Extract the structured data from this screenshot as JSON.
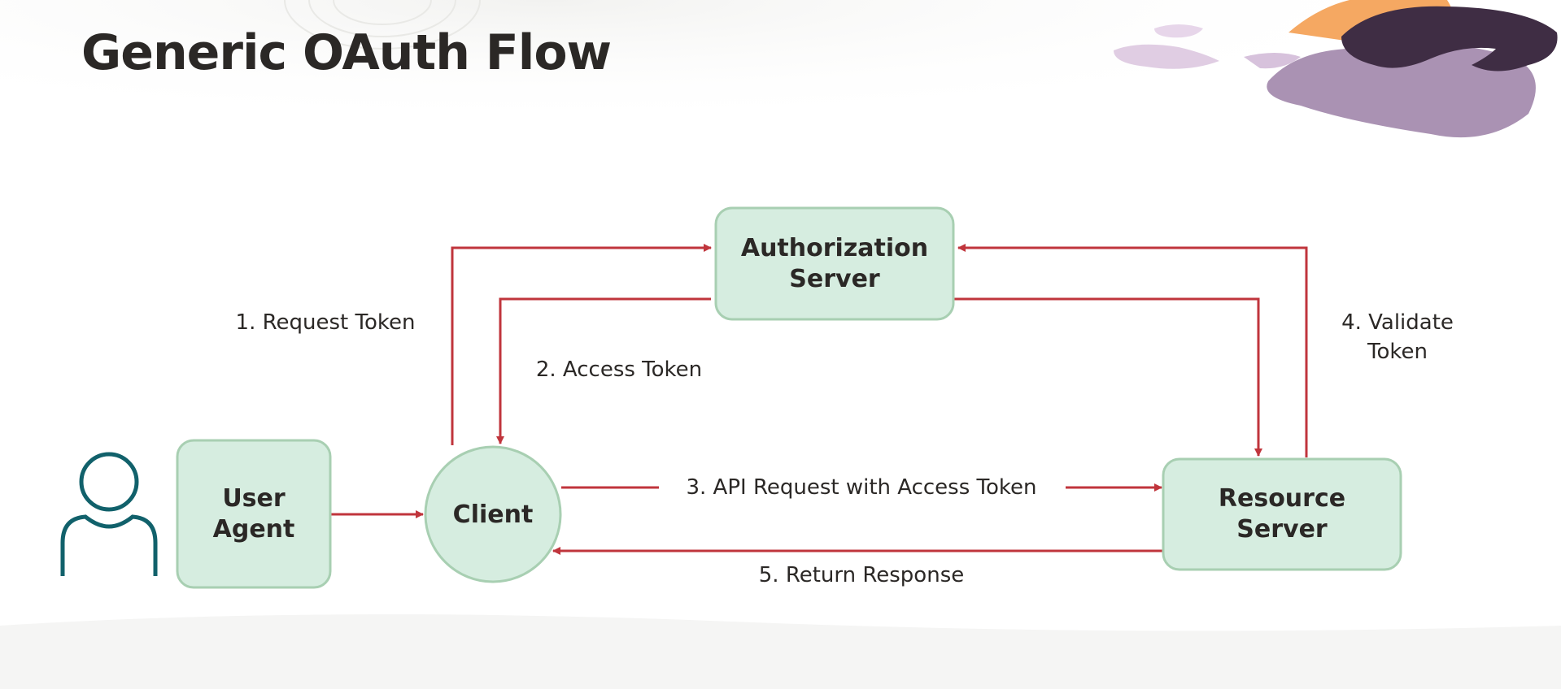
{
  "title": "Generic OAuth Flow",
  "colors": {
    "node_fill": "#d6ede0",
    "node_stroke": "#a8cfb2",
    "arrow": "#c0353c",
    "user_icon": "#11616b",
    "title": "#2b2826"
  },
  "nodes": {
    "auth_server": {
      "line1": "Authorization",
      "line2": "Server"
    },
    "user_agent": {
      "line1": "User",
      "line2": "Agent"
    },
    "client": {
      "label": "Client"
    },
    "resource_server": {
      "line1": "Resource",
      "line2": "Server"
    }
  },
  "edges": {
    "request_token": "1. Request Token",
    "access_token": "2. Access Token",
    "api_request": "3. API Request with Access Token",
    "validate_token": {
      "line1": "4. Validate",
      "line2": "Token"
    },
    "return_response": "5. Return Response"
  },
  "icons": {
    "user": "user-icon"
  }
}
